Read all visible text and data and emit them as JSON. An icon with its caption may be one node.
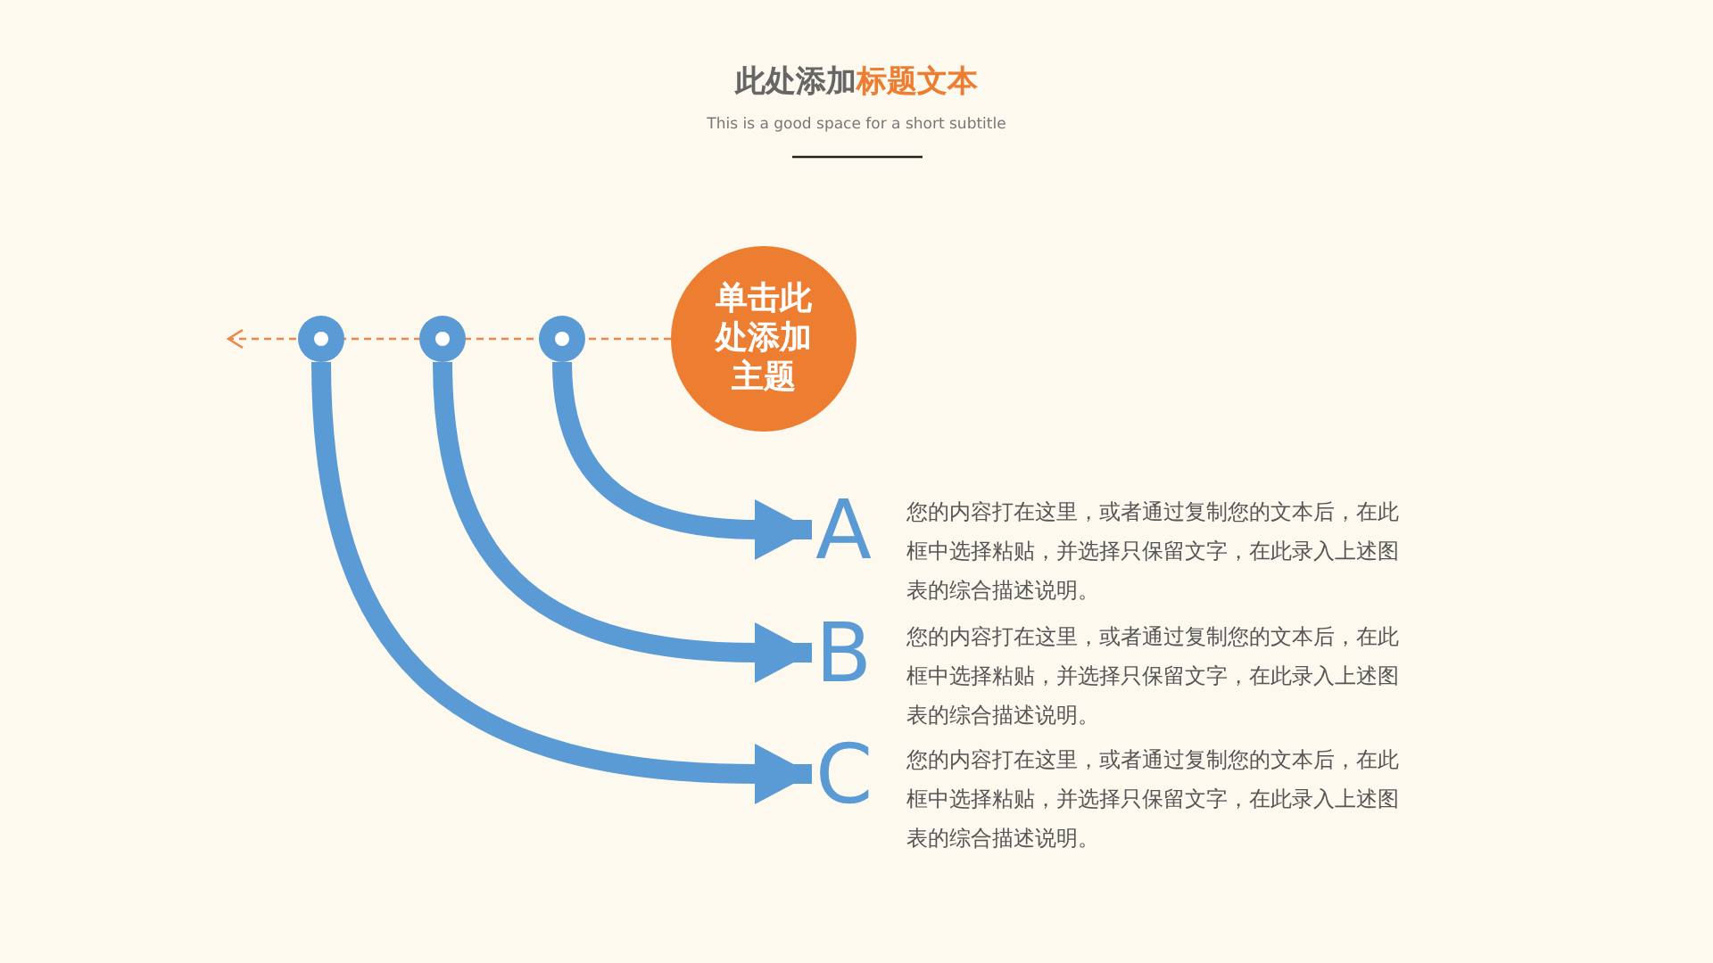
{
  "diagram": {
    "title": "此处添加**标题文本**",
    "nodes": [
      {
        "text": [
          "单击此处添加主题"
        ]
      },
      {
        "text": [],
        "shape": "circle"
      },
      {
        "text": [],
        "shape": "circle"
      },
      {
        "text": [],
        "shape": "circle"
      },
      {
        "text": [
          "A"
        ],
        "beside": [
          "您的内容打在这里，或者通过复制您的文本后，在此框中选择粘贴，并选择只保留文字，在此录入上述图表的综合描述说明。"
        ]
      },
      {
        "text": [
          "B"
        ],
        "beside": [
          "您的内容打在这里，或者通过复制您的文本后，在此框中选择粘贴，并选择只保留文字，在此录入上述图表的综合描述说明。"
        ]
      },
      {
        "text": [
          "C"
        ],
        "beside": [
          "您的内容打在这里，或者通过复制您的文本后，在此框中选择粘贴，并选择只保留文字，在此录入上述图表的综合描述说明。"
        ]
      }
    ],
    "edges": [
      {
        "from": 0,
        "to": null,
        "arrow": "to",
        "style": "dashed",
        "color": "#e8894a"
      },
      {
        "from": 3,
        "to": 4,
        "arrow": "to"
      },
      {
        "from": 2,
        "to": 5,
        "arrow": "to"
      },
      {
        "from": 1,
        "to": 6,
        "arrow": "to"
      }
    ],
    "labels": [
      "This is a good space for a short subtitle"
    ]
  }
}
